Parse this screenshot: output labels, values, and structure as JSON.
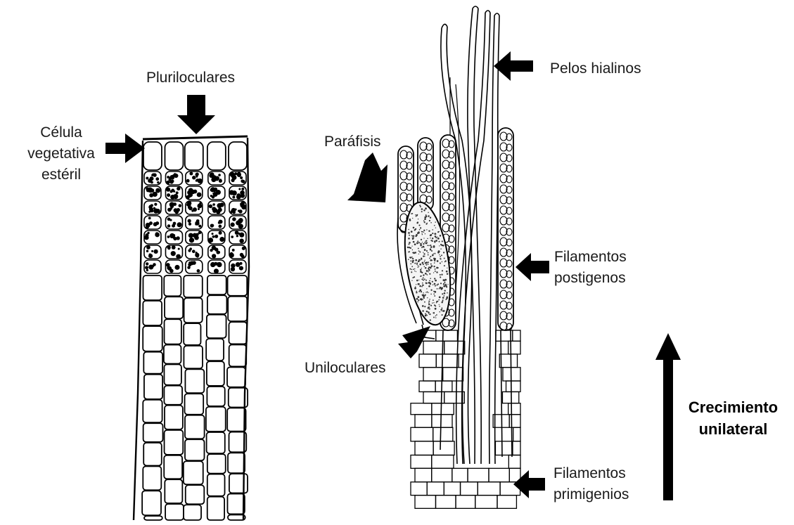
{
  "labels": {
    "pluriloculares": "Pluriloculares",
    "celula_line1": "Célula",
    "celula_line2": "vegetativa",
    "celula_line3": "estéril",
    "pelos": "Pelos hialinos",
    "parafisis": "Paráfisis",
    "filamentos_postigenos_line1": "Filamentos",
    "filamentos_postigenos_line2": "postigenos",
    "uniloculares": "Uniloculares",
    "crecimiento_line1": "Crecimiento",
    "crecimiento_line2": "unilateral",
    "filamentos_primigenios_line1": "Filamentos",
    "filamentos_primigenios_line2": "primigenios"
  },
  "colors": {
    "ink": "#000000",
    "background": "#ffffff"
  }
}
